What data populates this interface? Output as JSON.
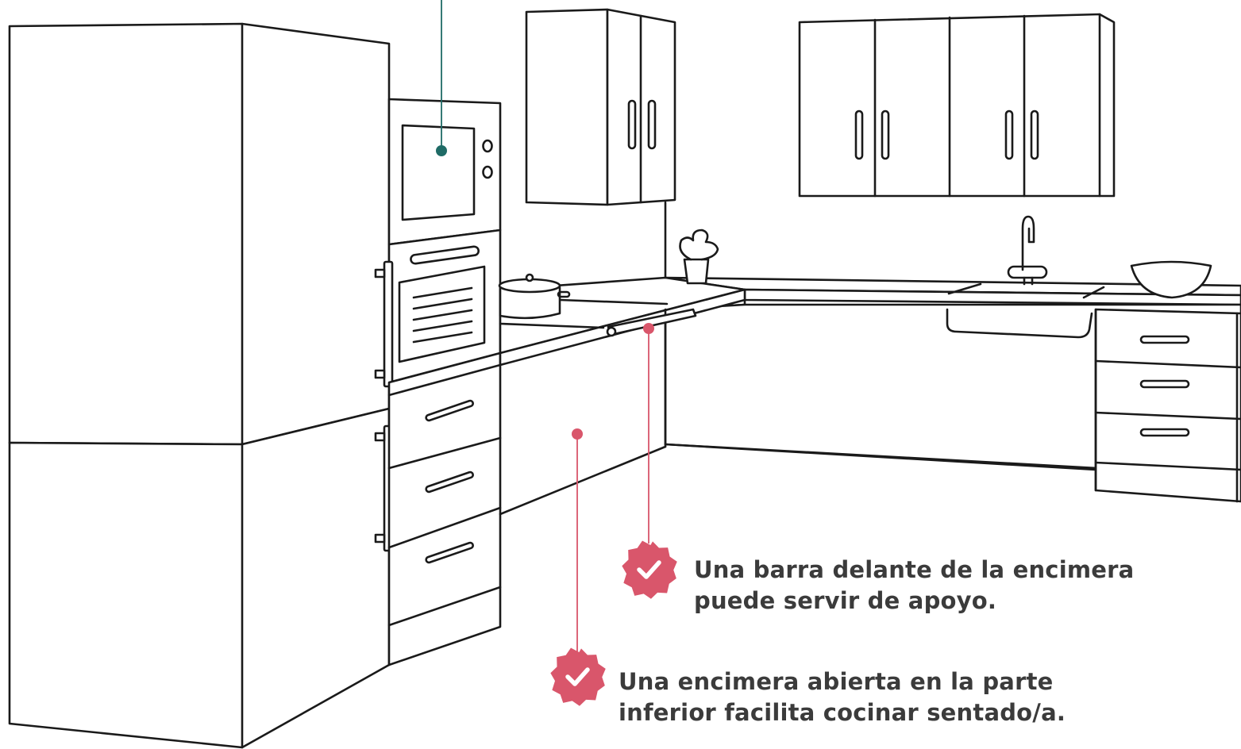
{
  "colors": {
    "outline": "#1a1a1a",
    "accent": "#d9566b",
    "teal_marker": "#1f6b66",
    "text": "#3b3b3b"
  },
  "callouts": {
    "bar": {
      "icon": "check-badge-icon",
      "line1": "Una barra delante de la encimera",
      "line2": "puede servir de apoyo."
    },
    "open_counter": {
      "icon": "check-badge-icon",
      "line1": "Una encimera abierta en la parte",
      "line2": "inferior facilita cocinar sentado/a."
    }
  }
}
